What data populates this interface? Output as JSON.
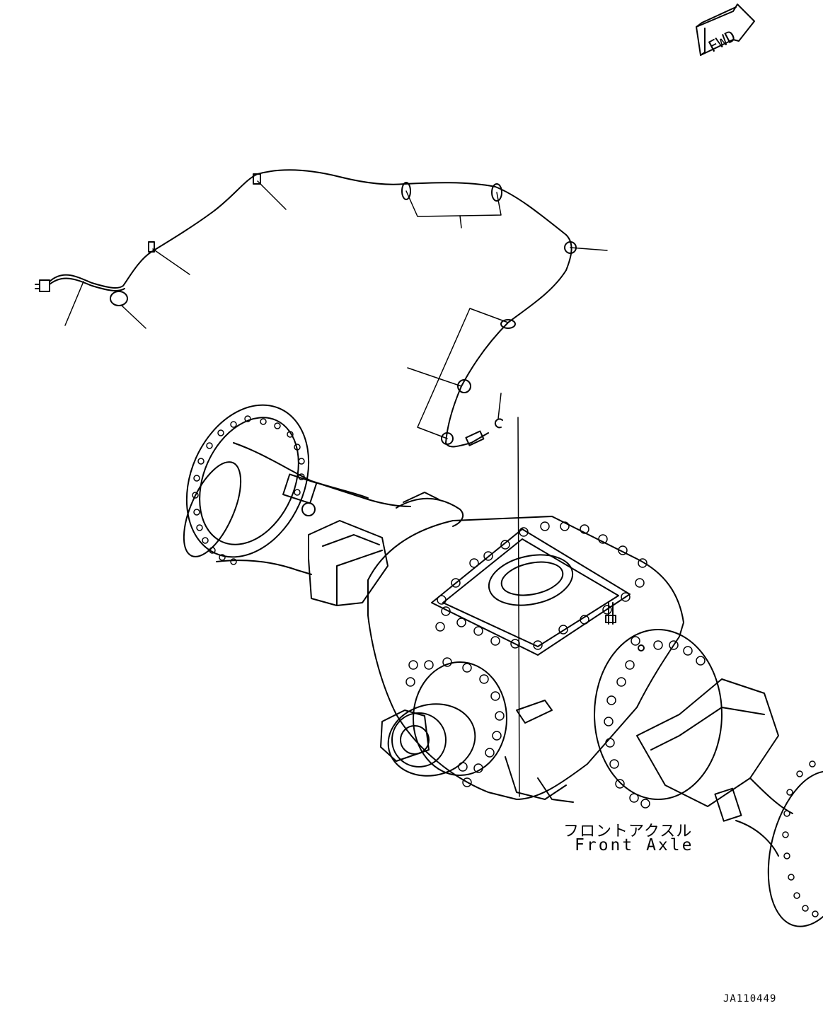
{
  "fwd_mark": {
    "label": "FWD"
  },
  "assembly": {
    "label_jp": "フロントアクスル",
    "label_en": "Front Axle"
  },
  "drawing_number": "JA110449"
}
